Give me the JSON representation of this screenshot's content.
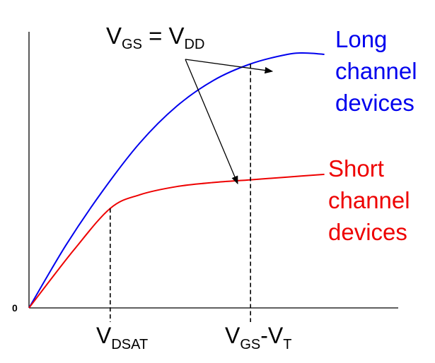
{
  "chart_data": {
    "type": "line",
    "xlim": [
      0,
      10
    ],
    "ylim": [
      0,
      10
    ],
    "ticks": {
      "origin": "0"
    },
    "series": [
      {
        "name": "Long channel devices",
        "legend_lines": [
          "Long",
          "channel",
          "devices"
        ],
        "color": "#0000ee",
        "x": [
          0,
          1,
          2,
          3,
          4,
          5,
          6,
          7,
          7.5,
          8
        ],
        "y": [
          0,
          2.3,
          4.3,
          6.05,
          7.4,
          8.35,
          8.95,
          9.3,
          9.35,
          9.3
        ]
      },
      {
        "name": "Short channel devices",
        "legend_lines": [
          "Short",
          "channel",
          "devices"
        ],
        "color": "#ee0000",
        "x": [
          0,
          1.2,
          2.2,
          3,
          4,
          5,
          6,
          7,
          8
        ],
        "y": [
          0,
          2.1,
          3.65,
          4.15,
          4.45,
          4.6,
          4.7,
          4.8,
          4.9
        ]
      }
    ],
    "markers": [
      {
        "main": "V",
        "sub": "DSAT",
        "x": 2.2,
        "y": 3.65
      },
      {
        "main1": "V",
        "sub1": "GS",
        "dash": "-",
        "main2": "V",
        "sub2": "T",
        "x": 6,
        "y": 8.95
      }
    ],
    "annotation": {
      "main1": "V",
      "sub1": "GS",
      "eq": " = ",
      "main2": "V",
      "sub2": "DD"
    }
  }
}
